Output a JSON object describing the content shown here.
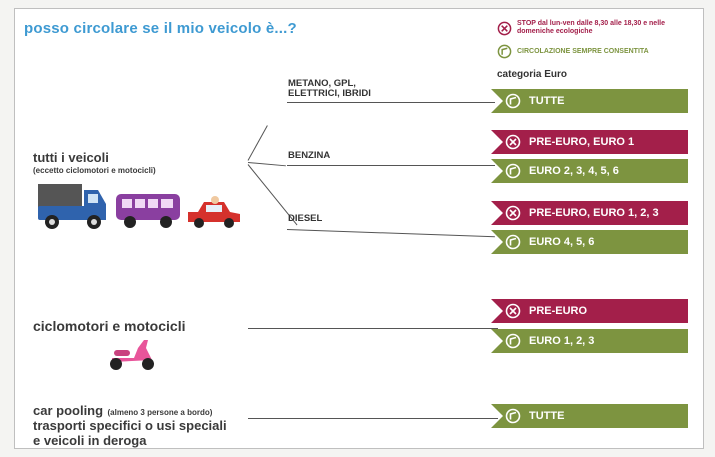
{
  "title": "posso circolare se il mio veicolo è...?",
  "legend": {
    "stop": "STOP dal lun-ven dalle 8,30 alle 18,30 e nelle domeniche ecologiche",
    "allowed": "CIRCOLAZIONE SEMPRE CONSENTITA"
  },
  "category_header": "categoria Euro",
  "groups": {
    "all_vehicles": {
      "title": "tutti i veicoli",
      "subtitle": "(eccetto ciclomotori e motocicli)"
    },
    "mopeds": {
      "title": "ciclomotori e motocicli"
    },
    "carpool": {
      "title": "car pooling",
      "note": "(almeno 3 persone a bordo)",
      "line2": "trasporti specifici o usi speciali",
      "line3": "e veicoli in deroga"
    }
  },
  "fuels": {
    "methane_line1": "METANO, GPL,",
    "methane_line2": "ELETTRICI, IBRIDI",
    "petrol": "BENZINA",
    "diesel": "DIESEL"
  },
  "tags": {
    "methane_all": "TUTTE",
    "petrol_stop": "PRE-EURO, EURO 1",
    "petrol_ok": "EURO 2, 3, 4, 5, 6",
    "diesel_stop": "PRE-EURO, EURO 1, 2, 3",
    "diesel_ok": "EURO 4, 5, 6",
    "moped_stop": "PRE-EURO",
    "moped_ok": "EURO 1, 2, 3",
    "carpool_all": "TUTTE"
  },
  "colors": {
    "title": "#3e9ad2",
    "stop": "#a31f4a",
    "allowed": "#7d9440",
    "truck": "#2f63ad",
    "bus": "#8a3fa0",
    "car": "#d5312c",
    "scooter": "#e8559a"
  },
  "icons": [
    "stop-icon",
    "allowed-icon",
    "truck-icon",
    "bus-icon",
    "car-icon",
    "scooter-icon"
  ]
}
